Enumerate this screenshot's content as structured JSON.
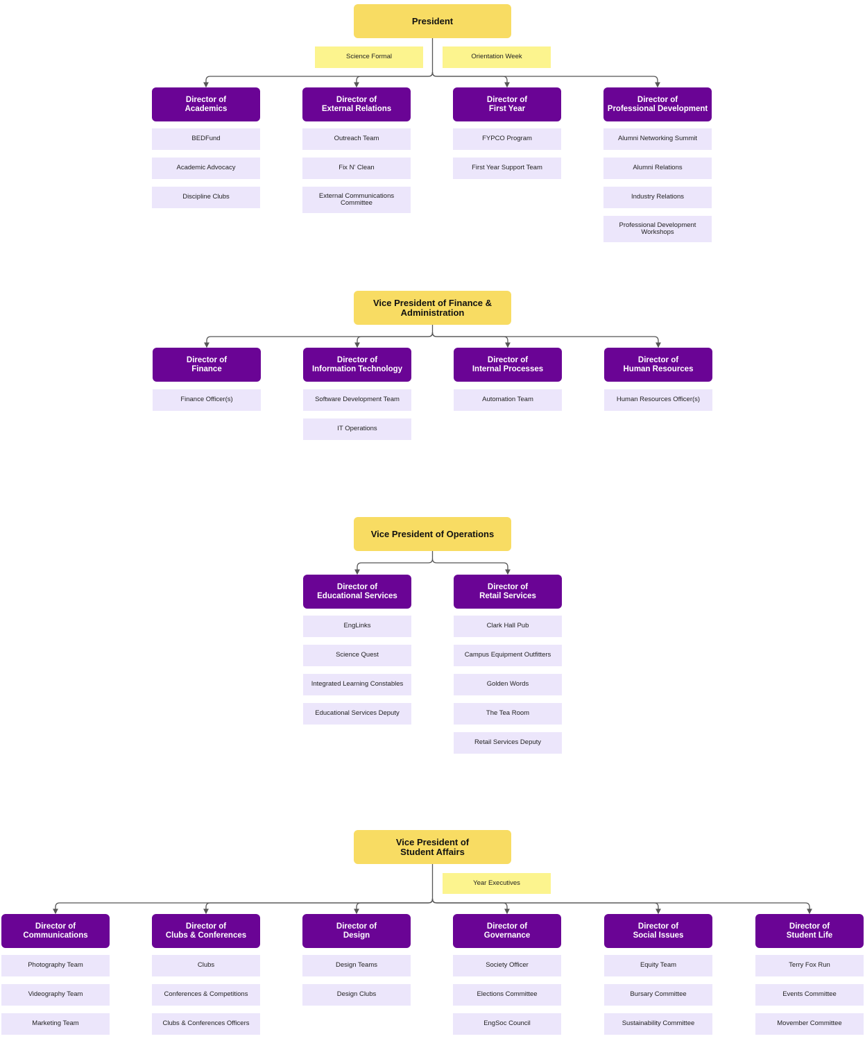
{
  "sections": [
    {
      "id": "president",
      "title": "President",
      "notes": [
        "Science Formal",
        "Orientation Week"
      ],
      "directors": [
        {
          "title": "Director of\nAcademics",
          "items": [
            "BEDFund",
            "Academic Advocacy",
            "Discipline Clubs"
          ]
        },
        {
          "title": "Director of\nExternal Relations",
          "items": [
            "Outreach Team",
            "Fix N' Clean",
            "External Communications\nCommittee"
          ]
        },
        {
          "title": "Director of\nFirst Year",
          "items": [
            "FYPCO Program",
            "First Year Support Team"
          ]
        },
        {
          "title": "Director of\nProfessional Development",
          "items": [
            "Alumni Networking Summit",
            "Alumni Relations",
            "Industry Relations",
            "Professional Development\nWorkshops"
          ]
        }
      ]
    },
    {
      "id": "vp-finance",
      "title": "Vice President of Finance &\nAdministration",
      "notes": [],
      "directors": [
        {
          "title": "Director of\nFinance",
          "items": [
            "Finance Officer(s)"
          ]
        },
        {
          "title": "Director of\nInformation Technology",
          "items": [
            "Software Development Team",
            "IT Operations"
          ]
        },
        {
          "title": "Director of\nInternal Processes",
          "items": [
            "Automation Team"
          ]
        },
        {
          "title": "Director of\nHuman Resources",
          "items": [
            "Human Resources Officer(s)"
          ]
        }
      ]
    },
    {
      "id": "vp-operations",
      "title": "Vice President of Operations",
      "notes": [],
      "directors": [
        {
          "title": "Director of\nEducational Services",
          "items": [
            "EngLinks",
            "Science Quest",
            "Integrated Learning Constables",
            "Educational Services Deputy"
          ]
        },
        {
          "title": "Director of\nRetail Services",
          "items": [
            "Clark Hall Pub",
            "Campus Equipment Outfitters",
            "Golden Words",
            "The Tea Room",
            "Retail Services Deputy"
          ]
        }
      ]
    },
    {
      "id": "vp-student-affairs",
      "title": "Vice President of\nStudent Affairs",
      "notes": [
        "Year Executives"
      ],
      "directors": [
        {
          "title": "Director of\nCommunications",
          "items": [
            "Photography Team",
            "Videography Team",
            "Marketing Team"
          ]
        },
        {
          "title": "Director of\nClubs & Conferences",
          "items": [
            "Clubs",
            "Conferences & Competitions",
            "Clubs & Conferences Officers"
          ]
        },
        {
          "title": "Director of\nDesign",
          "items": [
            "Design Teams",
            "Design Clubs"
          ]
        },
        {
          "title": "Director of\nGovernance",
          "items": [
            "Society Officer",
            "Elections Committee",
            "EngSoc Council"
          ]
        },
        {
          "title": "Director of\nSocial Issues",
          "items": [
            "Equity Team",
            "Bursary Committee",
            "Sustainability Committee"
          ]
        },
        {
          "title": "Director of\nStudent Life",
          "items": [
            "Terry Fox Run",
            "Events Committee",
            "Movember Committee"
          ]
        }
      ]
    }
  ],
  "colors": {
    "vp_fill": "#f8dc63",
    "director_fill": "#6a0495",
    "item_fill": "#ece6fb",
    "note_fill": "#fcf48e",
    "connector": "#555555"
  }
}
